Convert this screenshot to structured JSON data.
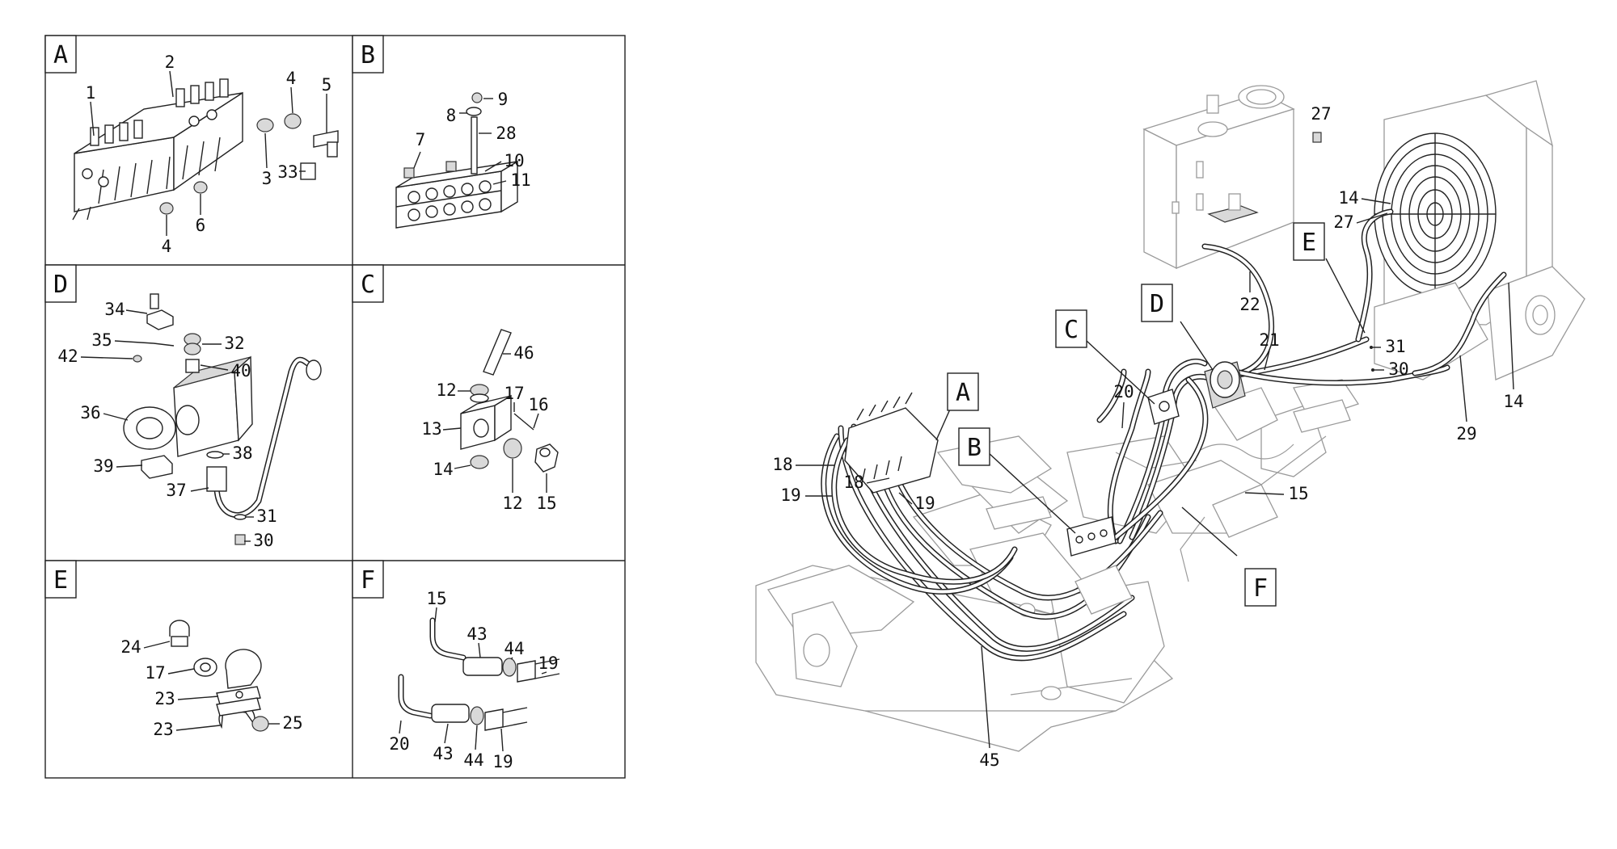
{
  "panels": [
    {
      "id": "A",
      "letter": "A"
    },
    {
      "id": "B",
      "letter": "B"
    },
    {
      "id": "D",
      "letter": "D"
    },
    {
      "id": "C",
      "letter": "C"
    },
    {
      "id": "E",
      "letter": "E"
    },
    {
      "id": "F",
      "letter": "F"
    }
  ],
  "callouts": {
    "A": [
      "1",
      "2",
      "4",
      "5",
      "3",
      "33",
      "6",
      "4"
    ],
    "B": [
      "9",
      "8",
      "28",
      "7",
      "10",
      "11"
    ],
    "D": [
      "34",
      "35",
      "32",
      "42",
      "40",
      "36",
      "38",
      "39",
      "37",
      "31",
      "30"
    ],
    "C": [
      "46",
      "12",
      "17",
      "16",
      "13",
      "14",
      "12",
      "15"
    ],
    "E": [
      "24",
      "17",
      "23",
      "23",
      "25"
    ],
    "F": [
      "15",
      "43",
      "44",
      "19",
      "20",
      "43",
      "44",
      "19"
    ]
  },
  "main_letters": [
    "A",
    "B",
    "C",
    "D",
    "E",
    "F"
  ],
  "main_callouts": [
    "27",
    "14",
    "27",
    "22",
    "21",
    "31",
    "30",
    "14",
    "29",
    "20",
    "18",
    "19",
    "18",
    "19",
    "15",
    "45"
  ]
}
